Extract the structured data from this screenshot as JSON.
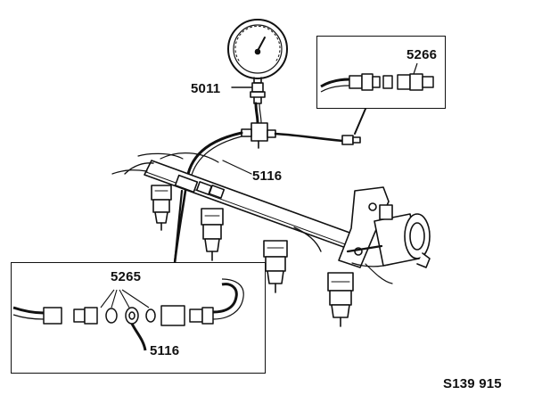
{
  "labels": {
    "gauge": "5011",
    "adapter_upper": "5266",
    "hose": "5116",
    "adapter_lower": "5265",
    "hose_lower": "5116",
    "figure_code": "S139 915"
  },
  "colors": {
    "ink": "#111111",
    "background": "#ffffff"
  },
  "icons": {
    "gauge": "pressure-gauge-icon",
    "injector": "fuel-injector-icon",
    "regulator": "pressure-regulator-icon"
  }
}
